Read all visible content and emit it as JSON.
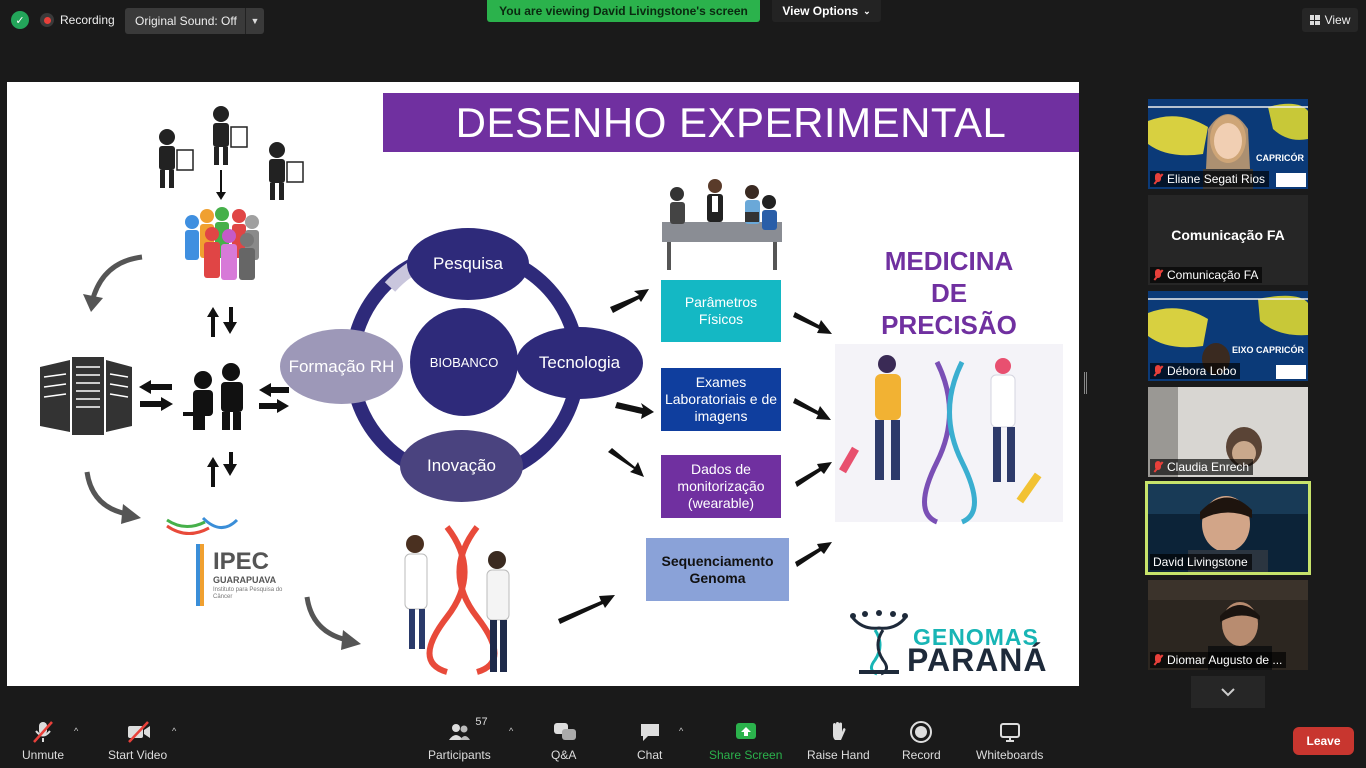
{
  "top_bar": {
    "recording_label": "Recording",
    "original_sound": "Original Sound: Off",
    "viewing_banner": "You are viewing David Livingstone's screen",
    "view_options": "View Options",
    "view_label": "View"
  },
  "slide": {
    "title": "DESENHO EXPERIMENTAL",
    "cycle": {
      "top": "Pesquisa",
      "left": "Formação RH",
      "center": "BIOBANCO",
      "right": "Tecnologia",
      "bottom": "Inovação"
    },
    "boxes": {
      "physical": "Parâmetros Físicos",
      "lab": "Exames Laboratoriais e de imagens",
      "wearable": "Dados de monitorização (wearable)",
      "genome": "Sequenciamento Genoma"
    },
    "medicina": [
      "MEDICINA",
      "DE",
      "PRECISÃO"
    ],
    "ipec_title": "IPEC",
    "ipec_subtitle": "GUARAPUAVA",
    "ipec_caption": "Instituto para Pesquisa do Câncer",
    "genomas_line1": "GENOMAS",
    "genomas_line2": "PARANÁ"
  },
  "participants_gallery": [
    {
      "name": "Eliane Segati Rios",
      "muted": true,
      "overlay": "CAPRICÓR"
    },
    {
      "name": "Comunicação FA",
      "center_name": "Comunicação FA",
      "muted": true
    },
    {
      "name": "Débora Lobo",
      "muted": true,
      "overlay": "EIXO CAPRICÓR"
    },
    {
      "name": "Claudia Enrech",
      "muted": true
    },
    {
      "name": "David Livingstone",
      "muted": false,
      "active_speaker": true
    },
    {
      "name": "Diomar Augusto de ...",
      "muted": true
    }
  ],
  "toolbar": {
    "unmute": "Unmute",
    "start_video": "Start Video",
    "participants": "Participants",
    "participants_count": "57",
    "qa": "Q&A",
    "chat": "Chat",
    "share_screen": "Share Screen",
    "raise_hand": "Raise Hand",
    "record": "Record",
    "whiteboards": "Whiteboards",
    "leave": "Leave"
  },
  "colors": {
    "share_green": "#2bb24c",
    "leave_red": "#c8362f",
    "slide_purple": "#7030a0",
    "cycle_navy": "#2e2a7a",
    "active_speaker_border": "#c7e36b"
  }
}
